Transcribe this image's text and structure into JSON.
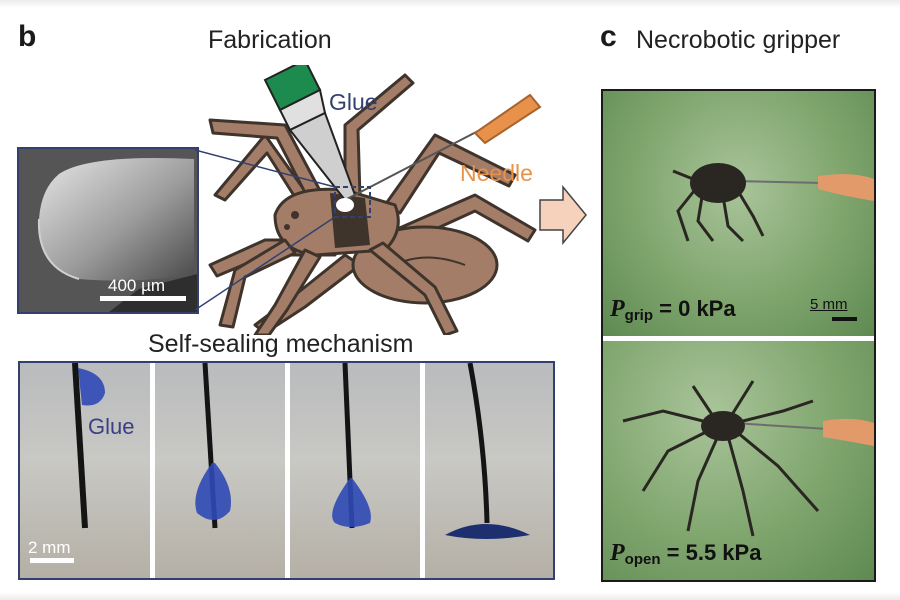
{
  "panel_b": {
    "letter": "b",
    "title": "Fabrication",
    "labels": {
      "glue": "Glue",
      "needle": "Needle"
    },
    "sem_scale": "400 µm",
    "subtitle": "Self-sealing mechanism",
    "drop_label": "Glue",
    "drop_scale": "2 mm"
  },
  "panel_c": {
    "letter": "c",
    "title": "Necrobotic gripper",
    "scale": "5 mm",
    "top_state": {
      "symbol": "P",
      "subscript": "grip",
      "value": "= 0 kPa"
    },
    "bottom_state": {
      "symbol": "P",
      "subscript": "open",
      "value": "= 5.5 kPa"
    }
  },
  "colors": {
    "spider_body": "#a37d67",
    "spider_dark": "#3f342c",
    "glue_blue": "#3a3f86",
    "needle_orange": "#e8914a",
    "glue_cap_green": "#1d8a4e",
    "grass_green": "#7fa56d"
  }
}
